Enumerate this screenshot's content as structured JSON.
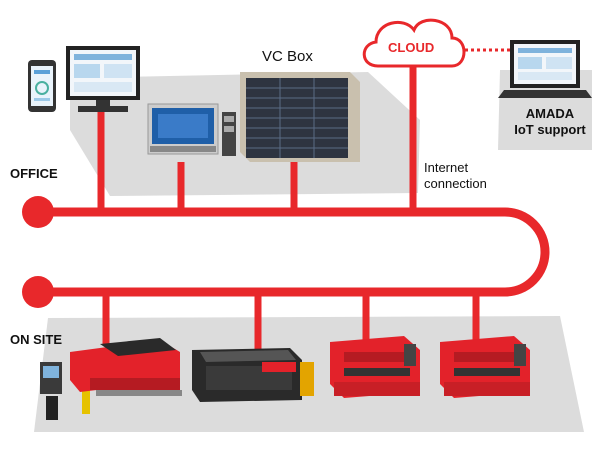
{
  "labels": {
    "vc_box": "VC Box",
    "cloud": "CLOUD",
    "amada_line1": "AMADA",
    "amada_line2": "IoT support",
    "office": "OFFICE",
    "internet_line1": "Internet",
    "internet_line2": "connection",
    "on_site": "ON SITE"
  },
  "colors": {
    "accent": "#e8282b",
    "platform": "#dcdcdc",
    "machine_dark": "#2a2a2a",
    "machine_red": "#e3222a"
  },
  "icons": [
    "smartphone-icon",
    "desktop-monitor-icon",
    "control-panel-icon",
    "server-rack-icon",
    "cloud-icon",
    "laptop-icon",
    "punch-press-icon",
    "laser-cutter-icon",
    "press-brake-icon"
  ]
}
